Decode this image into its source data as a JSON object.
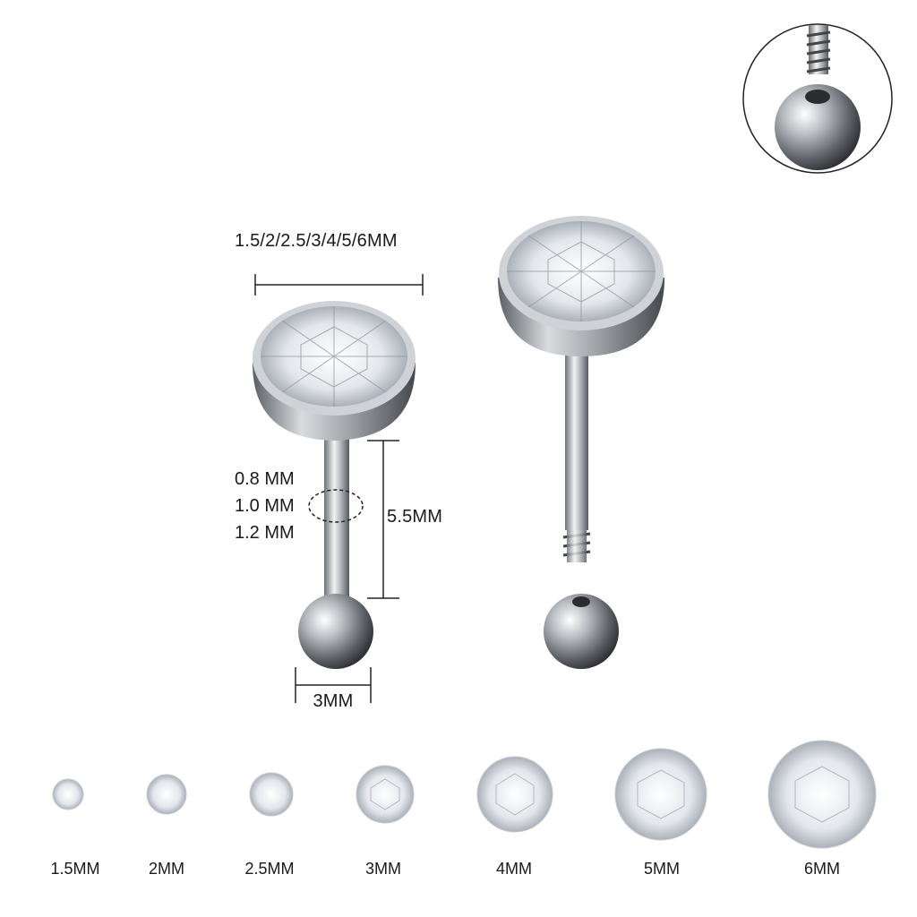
{
  "dimensions": {
    "head_width": "1.5/2/2.5/3/4/5/6MM",
    "gauges": [
      "0.8 MM",
      "1.0 MM",
      "1.2 MM"
    ],
    "bar_length": "5.5MM",
    "ball_size": "3MM"
  },
  "stone_sizes": [
    "1.5MM",
    "2MM",
    "2.5MM",
    "3MM",
    "4MM",
    "5MM",
    "6MM"
  ],
  "colors": {
    "metal": "#9a9ea3",
    "metal_dark": "#4a4d52",
    "stone": "#e9edf2",
    "text": "#1a1a1a"
  }
}
